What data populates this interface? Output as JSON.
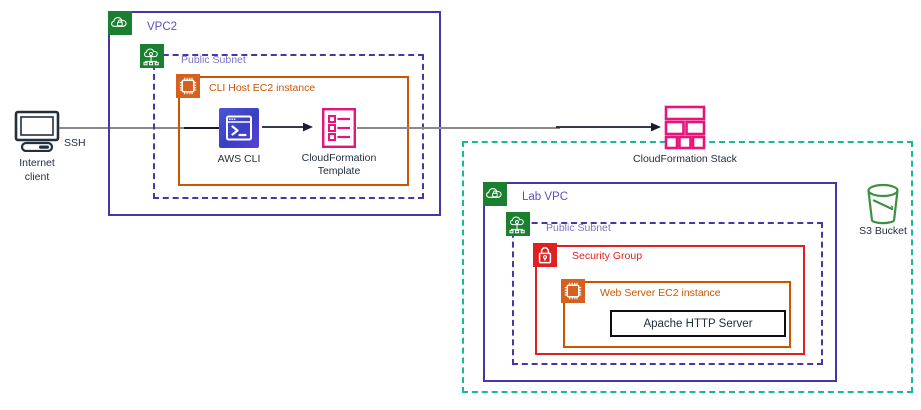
{
  "diagram": {
    "title": "AWS CloudFormation lab architecture",
    "colors": {
      "vpc_purple": "#4b33a8",
      "vpc_label": "#5b4fc0",
      "subnet_label": "#7b73c8",
      "ec2_orange": "#cc5500",
      "ec2_badge": "#d6601f",
      "sg_red": "#e02020",
      "stack_teal": "#16b8a0",
      "cfn_pink": "#e7157b",
      "vpc_badge_green": "#1a7f2e",
      "s3_green": "#3f8f45",
      "cli_blue": "#3f51d6",
      "line_gray": "#8a8a8a",
      "line_dark": "#1b1b2f",
      "text_dark": "#232f3e"
    },
    "nodes": {
      "internet_client": {
        "label_line1": "Internet",
        "label_line2": "client",
        "icon": "desktop-monitor-icon"
      },
      "ssh_link": {
        "label": "SSH"
      },
      "vpc2": {
        "label": "VPC2",
        "icon": "vpc-cloud-lock-icon"
      },
      "vpc2_public_subnet": {
        "label": "Public Subnet",
        "icon": "public-subnet-icon"
      },
      "cli_host_ec2": {
        "label": "CLI Host EC2 instance",
        "icon": "ec2-chip-icon"
      },
      "aws_cli": {
        "label": "AWS CLI",
        "icon": "aws-cli-terminal-icon"
      },
      "cfn_template": {
        "label_line1": "CloudFormation",
        "label_line2": "Template",
        "icon": "cloudformation-template-icon"
      },
      "cfn_stack": {
        "label": "CloudFormation Stack",
        "icon": "cloudformation-stack-icon"
      },
      "lab_vpc": {
        "label": "Lab VPC",
        "icon": "vpc-cloud-lock-icon"
      },
      "lab_public_subnet": {
        "label": "Public Subnet",
        "icon": "public-subnet-icon"
      },
      "security_group": {
        "label": "Security  Group",
        "icon": "security-group-lock-icon"
      },
      "web_server_ec2": {
        "label": "Web Server EC2 instance",
        "icon": "ec2-chip-icon"
      },
      "apache_http_server": {
        "label": "Apache HTTP Server"
      },
      "s3_bucket": {
        "label": "S3 Bucket",
        "icon": "s3-bucket-icon"
      }
    }
  }
}
